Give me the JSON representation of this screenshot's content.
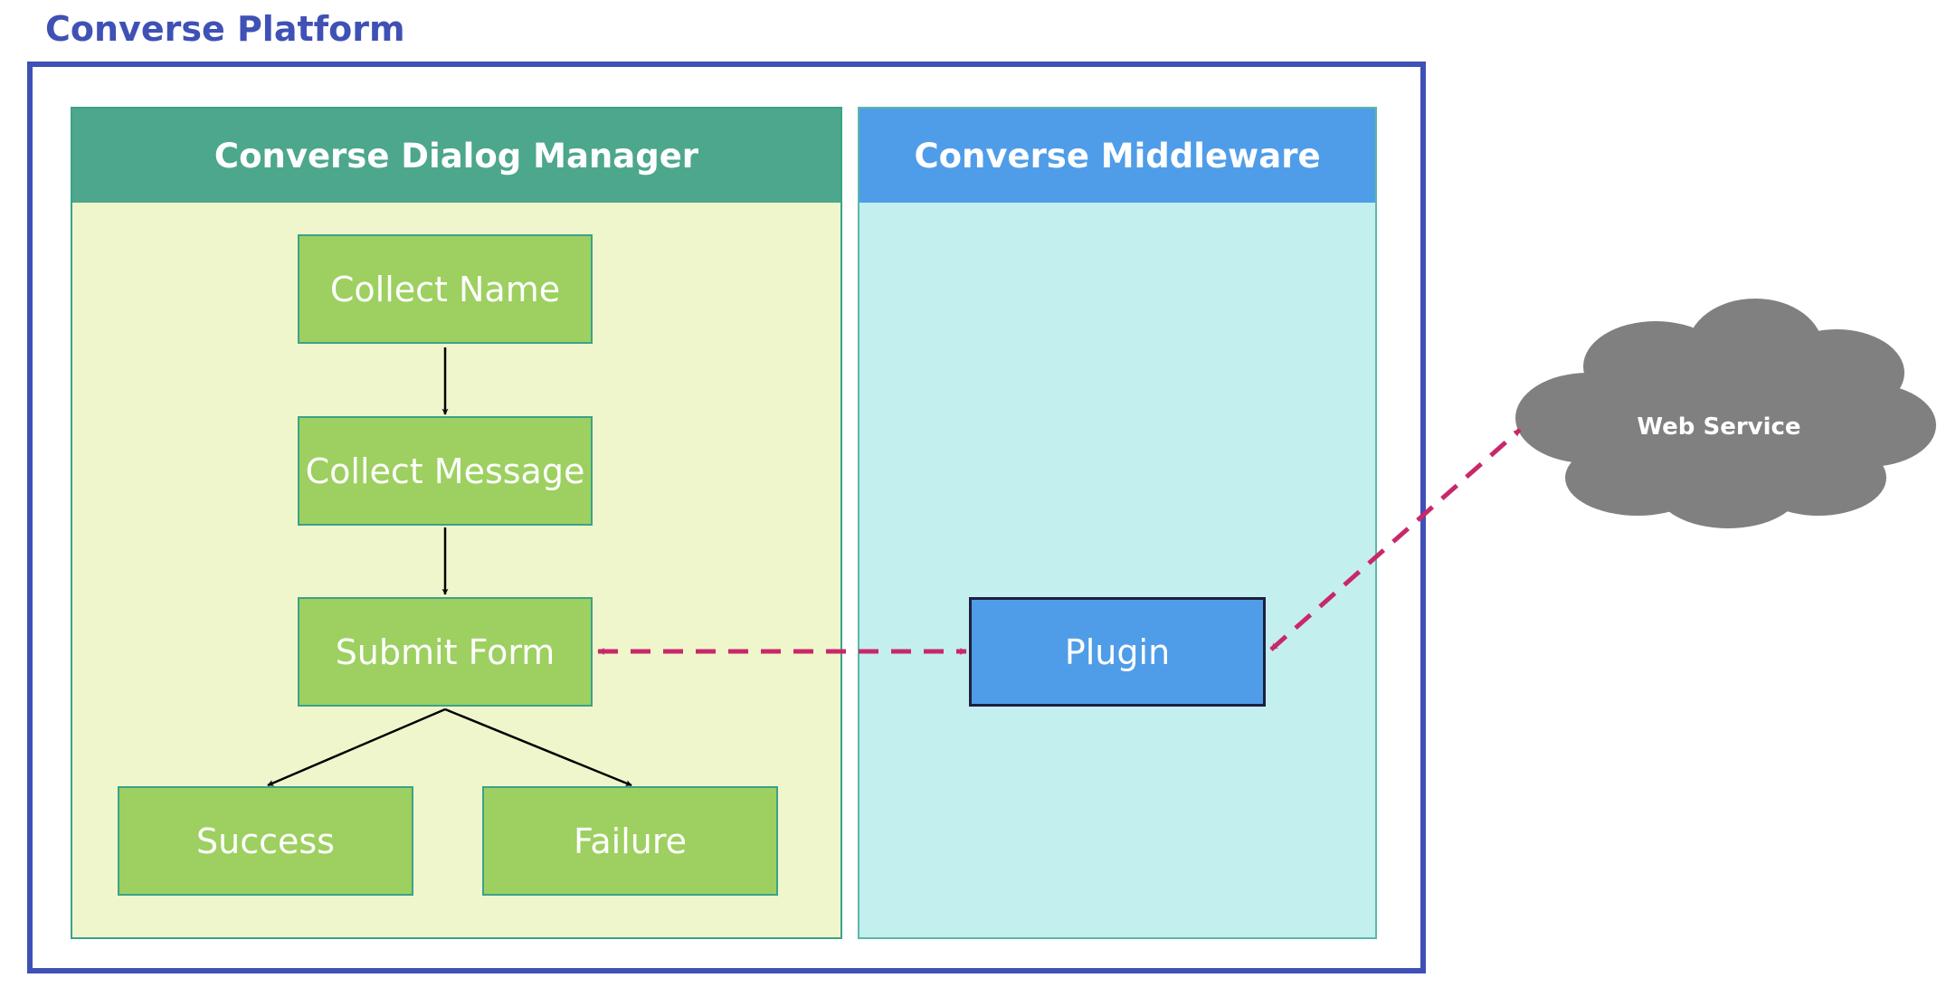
{
  "platform": {
    "title": "Converse Platform"
  },
  "dialog_manager": {
    "title": "Converse Dialog Manager",
    "nodes": {
      "collect_name": "Collect Name",
      "collect_message": "Collect Message",
      "submit_form": "Submit Form",
      "success": "Success",
      "failure": "Failure"
    }
  },
  "middleware": {
    "title": "Converse Middleware",
    "plugin": "Plugin"
  },
  "web_service": {
    "label": "Web Service"
  },
  "colors": {
    "platform_border": "#3f51b5",
    "dialog_header": "#4ca78c",
    "dialog_panel": "#f0f6cb",
    "middleware_header": "#4f9de8",
    "middleware_panel": "#c4efef",
    "step_node": "#9dd060",
    "plugin_node": "#4f9de8",
    "cloud": "#808080",
    "data_link": "#c8286a"
  }
}
